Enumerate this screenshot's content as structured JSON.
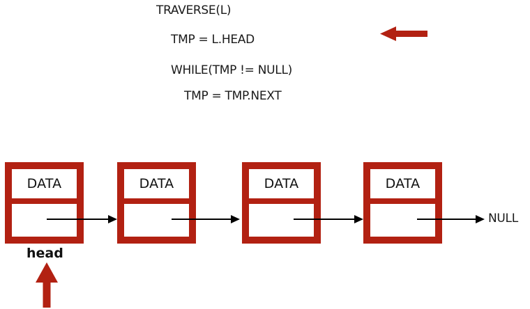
{
  "pseudocode": {
    "lines": [
      {
        "text": "TRAVERSE(L)"
      },
      {
        "text": "TMP = L.HEAD"
      },
      {
        "text": "WHILE(TMP != NULL)"
      },
      {
        "text": "TMP = TMP.NEXT"
      }
    ]
  },
  "linked_list": {
    "nodes": [
      {
        "data_label": "DATA"
      },
      {
        "data_label": "DATA"
      },
      {
        "data_label": "DATA"
      },
      {
        "data_label": "DATA"
      }
    ],
    "terminator_label": "NULL",
    "head_label": "head"
  },
  "icons": {
    "red_left_arrow": "left-arrow",
    "red_up_arrow": "up-arrow",
    "next_pointer": "right-arrow"
  },
  "colors": {
    "brand_red": "#b22112",
    "pointer_black": "#000000",
    "text": "#1a1a1a",
    "background": "#ffffff"
  }
}
